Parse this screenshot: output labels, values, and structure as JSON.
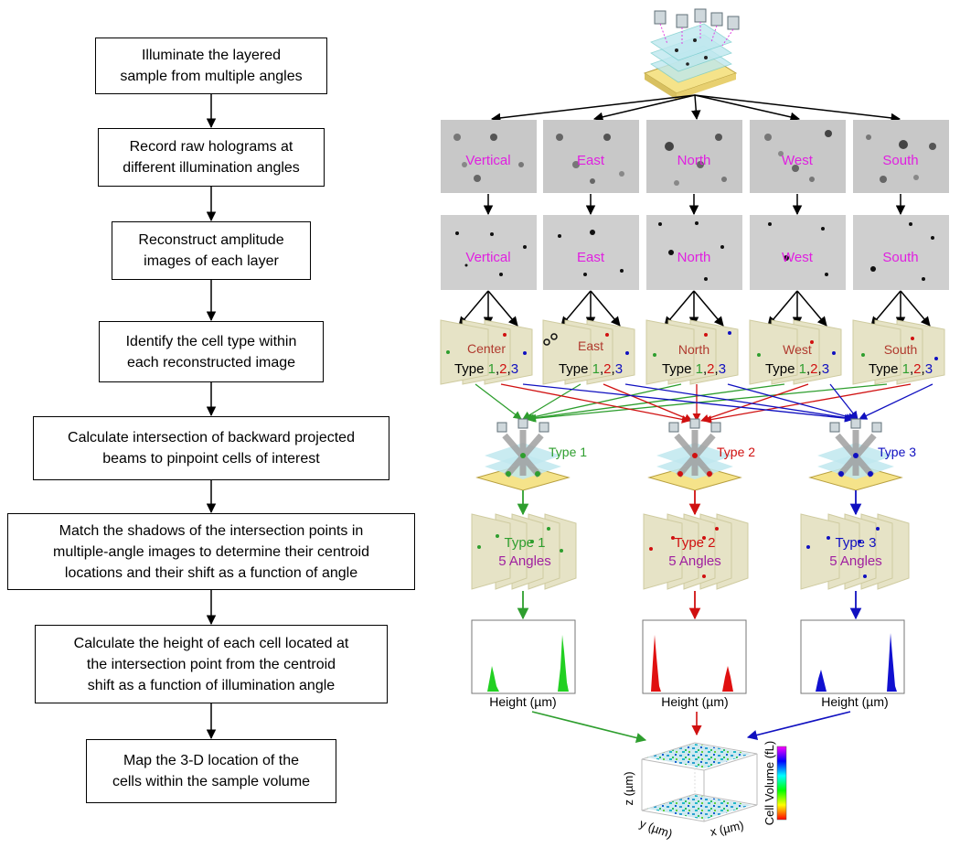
{
  "steps": [
    {
      "lines": [
        "Illuminate the layered",
        "sample from multiple angles"
      ]
    },
    {
      "lines": [
        "Record raw holograms at",
        "different illumination angles"
      ]
    },
    {
      "lines": [
        "Reconstruct amplitude",
        "images of each layer"
      ]
    },
    {
      "lines": [
        "Identify the cell type within",
        "each reconstructed image"
      ]
    },
    {
      "lines": [
        "Calculate intersection of backward projected",
        "beams to pinpoint cells of interest"
      ]
    },
    {
      "lines": [
        "Match the shadows of the intersection points in",
        "multiple-angle images to determine their centroid",
        "locations and their shift as a function of angle"
      ]
    },
    {
      "lines": [
        "Calculate the height of each cell located at",
        "the intersection point from the centroid",
        "shift as a function of illumination angle"
      ]
    },
    {
      "lines": [
        "Map the 3-D location of the",
        "cells within the sample volume"
      ]
    }
  ],
  "angles": [
    "Vertical",
    "East",
    "North",
    "West",
    "South"
  ],
  "type_panels": [
    "Center",
    "East",
    "North",
    "West",
    "South"
  ],
  "type_line": {
    "prefix": "Type ",
    "t1": "1",
    "c1": ",",
    "t2": "2",
    "c2": ",",
    "t3": "3"
  },
  "types": [
    {
      "label": "Type 1",
      "color": "#2e9e2e"
    },
    {
      "label": "Type 2",
      "color": "#d01010"
    },
    {
      "label": "Type 3",
      "color": "#1010c0"
    }
  ],
  "angles_label": "5 Angles",
  "histogram_xlabel": "Height (µm)",
  "volume_axes": {
    "z": "z (µm)",
    "y": "y (µm)",
    "x": "x (µm)",
    "colorbar": "Cell Volume (fL)"
  },
  "colors": {
    "angle_text": "#e020e0",
    "panel_label": "#b03a2e",
    "five_angles": "#a020a0",
    "panel_fill": "#e6e3c6"
  }
}
